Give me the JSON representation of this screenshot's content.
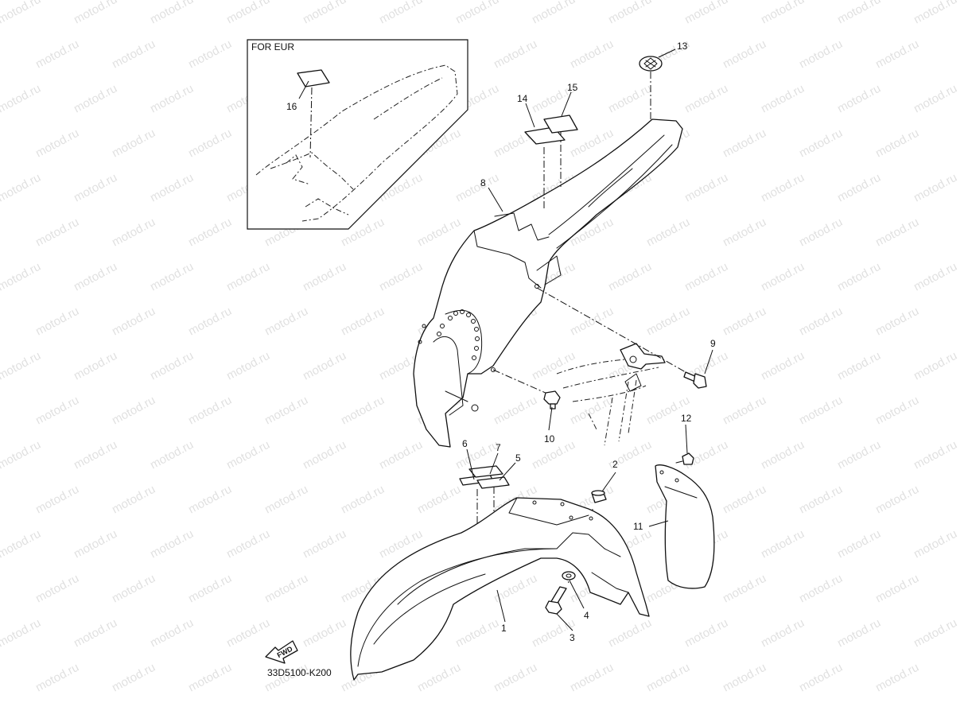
{
  "watermark": "motod.ru",
  "inset": {
    "title": "FOR EUR"
  },
  "diagram_code": "33D5100-K200",
  "fwd_label": "FWD",
  "callouts": {
    "c1": "1",
    "c2": "2",
    "c3": "3",
    "c4": "4",
    "c5": "5",
    "c6": "6",
    "c7": "7",
    "c8": "8",
    "c9": "9",
    "c10": "10",
    "c11": "11",
    "c12": "12",
    "c13": "13",
    "c14": "14",
    "c15": "15",
    "c16": "16"
  }
}
